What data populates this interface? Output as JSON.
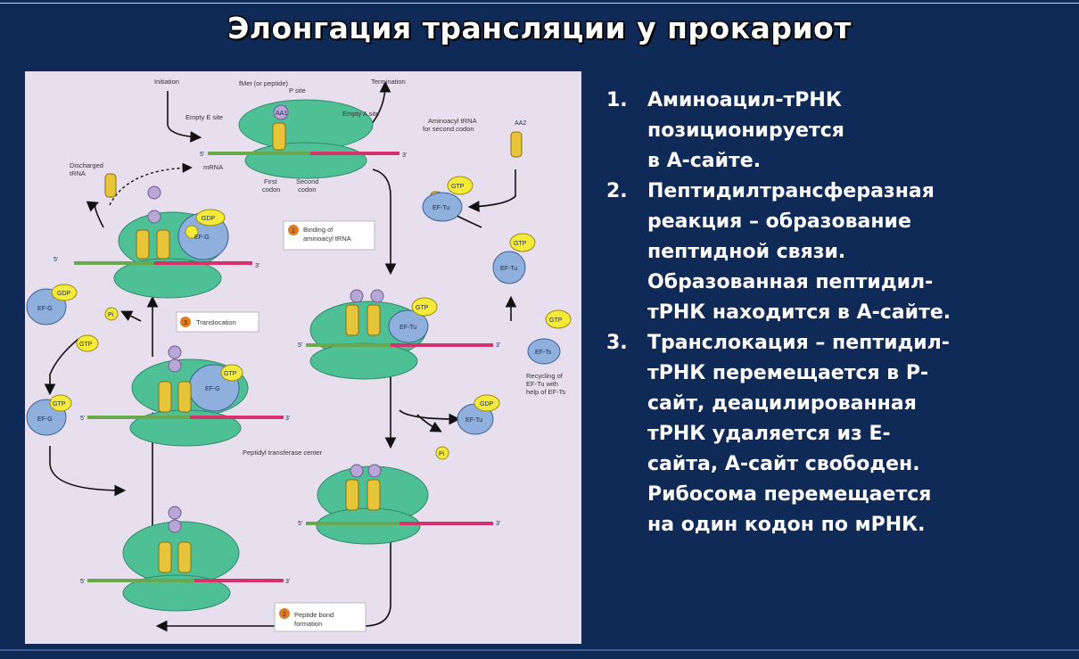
{
  "title": "Элонгация трансляции у прокариот",
  "diagram": {
    "labels": {
      "initiation": "Initiation",
      "fmet": "fMet (or peptide)",
      "p_site": "P site",
      "termination": "Termination",
      "empty_e": "Empty E site",
      "empty_a": "Empty A site",
      "aminoacyl_trna": "Aminoacyl tRNA",
      "for_second_codon": "for second codon",
      "discharged": "Discharged",
      "trna": "tRNA",
      "mrna": "mRNA",
      "first": "First",
      "codon": "codon",
      "second": "Second",
      "codon2": "codon",
      "binding_of": "Binding of",
      "aminoacyl_trna2": "aminoacyl tRNA",
      "translocation": "Translocation",
      "recycling1": "Recycling of",
      "recycling2": "EF-Tu with",
      "recycling3": "help of EF-Ts",
      "peptidyl_center": "Peptidyl transferase center",
      "peptide_bond1": "Peptide bond",
      "peptide_bond2": "formation",
      "gdp": "GDP",
      "gtp": "GTP",
      "ef_g": "EF-G",
      "ef_tu": "EF-Tu",
      "ef_ts": "EF-Ts",
      "pi": "Pi",
      "aa1": "AA1",
      "aa2": "AA2",
      "five": "5'",
      "three": "3'",
      "step1": "1",
      "step2": "2",
      "step3": "3"
    }
  },
  "steps": [
    {
      "num": "1.",
      "lines": [
        "Аминоацил-тРНК",
        "позиционируется",
        "в А-сайте."
      ]
    },
    {
      "num": "2.",
      "lines": [
        "Пептидилтрансферазная",
        "реакция – образование",
        "пептидной связи.",
        "Образованная пептидил-",
        "тРНК находится в А-сайте."
      ]
    },
    {
      "num": "3.",
      "lines": [
        "Транслокация – пептидил-",
        "тРНК  перемещается в Р-",
        "сайт, деацилированная",
        "тРНК удаляется из Е-",
        "сайта, А-сайт свободен.",
        "Рибосома  перемещается",
        "на один кодон по мРНК."
      ]
    }
  ],
  "colors": {
    "background": "#0f2a57",
    "panel": "#e8dfee",
    "ribosome": "#4fbf95",
    "mrna": "#d6336c",
    "trna": "#e6c53a",
    "factor": "#8fb0dc",
    "gtp": "#f5ea3a"
  }
}
